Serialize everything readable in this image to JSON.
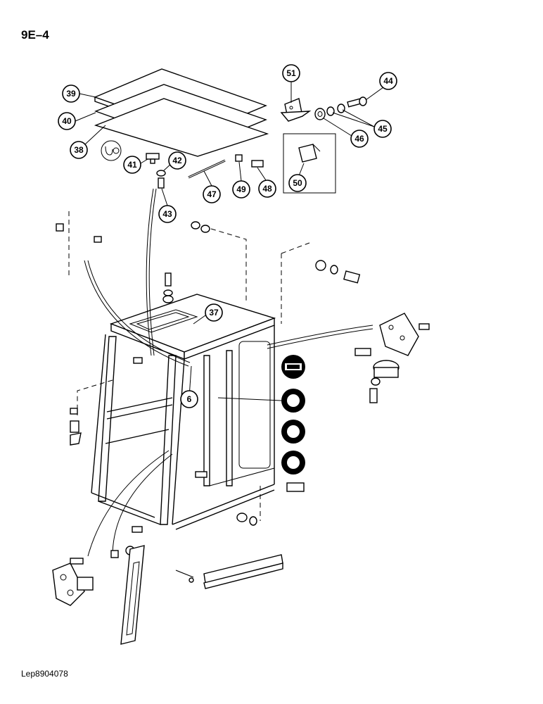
{
  "page_code": "9E–4",
  "footer_code": "Lep8904078",
  "callouts": [
    {
      "id": "c39",
      "label": "39"
    },
    {
      "id": "c40",
      "label": "40"
    },
    {
      "id": "c38",
      "label": "38"
    },
    {
      "id": "c41",
      "label": "41"
    },
    {
      "id": "c42",
      "label": "42"
    },
    {
      "id": "c43",
      "label": "43"
    },
    {
      "id": "c47",
      "label": "47"
    },
    {
      "id": "c49",
      "label": "49"
    },
    {
      "id": "c48",
      "label": "48"
    },
    {
      "id": "c51",
      "label": "51"
    },
    {
      "id": "c44",
      "label": "44"
    },
    {
      "id": "c45",
      "label": "45"
    },
    {
      "id": "c46",
      "label": "46"
    },
    {
      "id": "c50",
      "label": "50"
    },
    {
      "id": "c37",
      "label": "37"
    },
    {
      "id": "c6",
      "label": "6"
    }
  ]
}
